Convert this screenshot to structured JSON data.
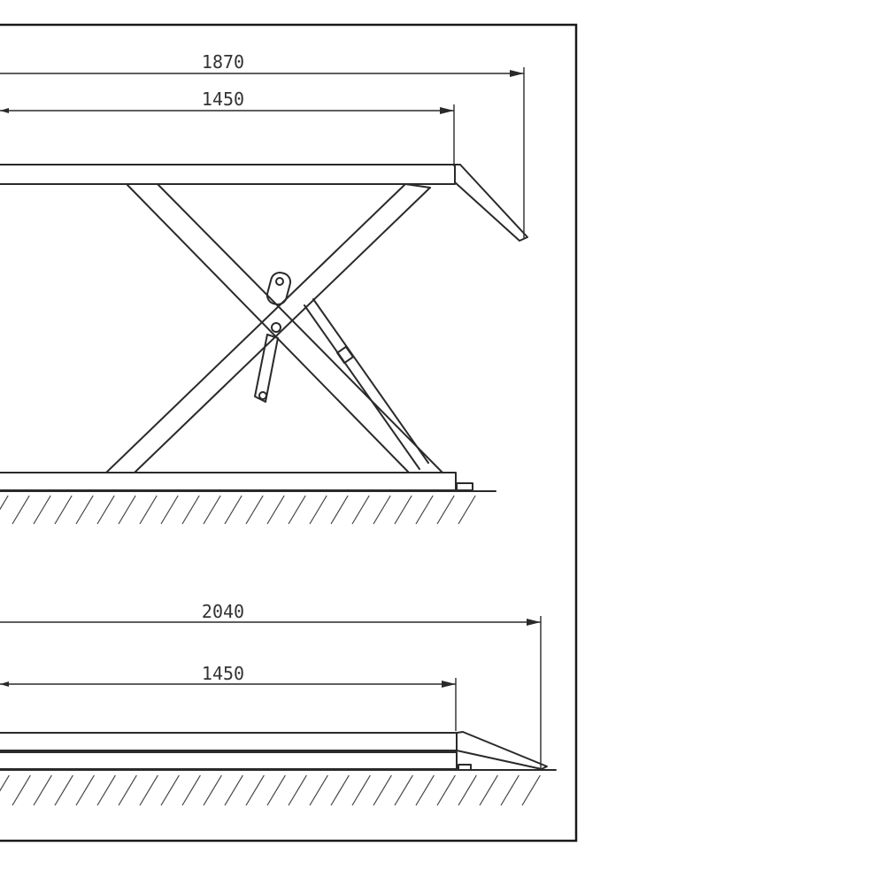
{
  "views": {
    "raised": {
      "dimension_overall": "1870",
      "dimension_platform": "1450"
    },
    "lowered": {
      "dimension_overall": "2040",
      "dimension_platform": "1450"
    }
  }
}
